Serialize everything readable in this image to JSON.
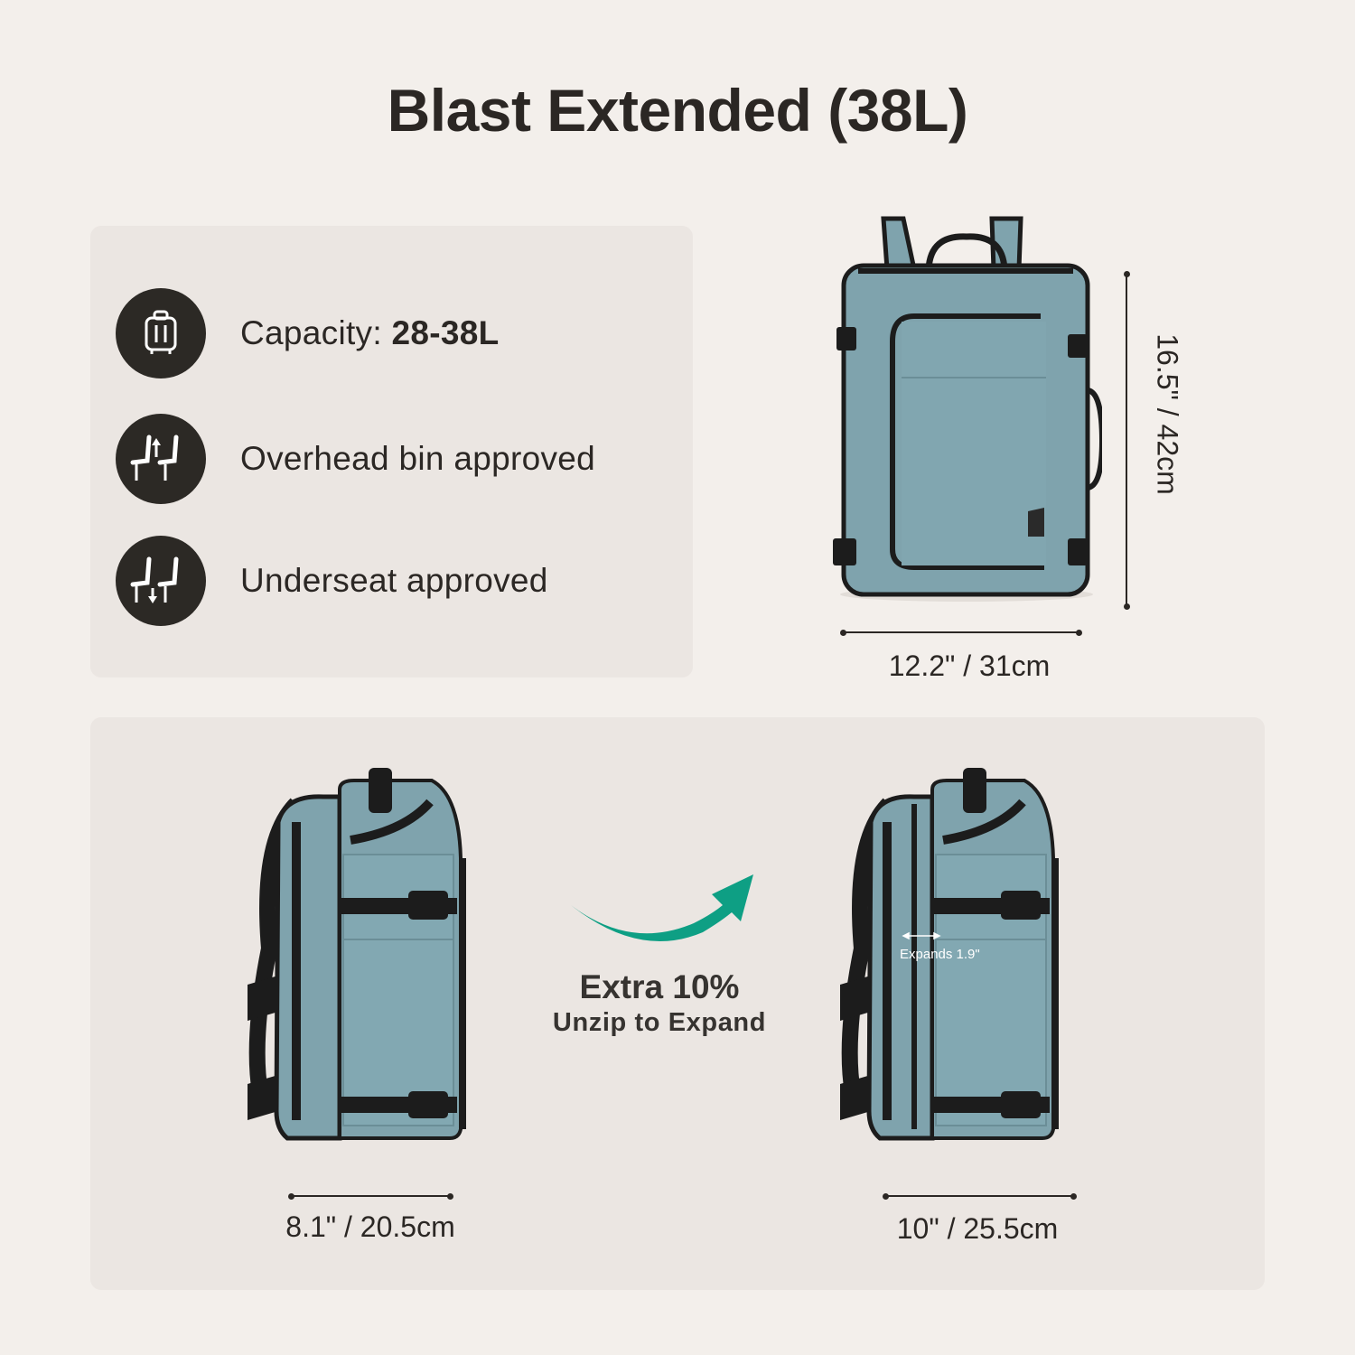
{
  "title": "Blast Extended (38L)",
  "features": [
    {
      "icon": "luggage-icon",
      "label": "Capacity: ",
      "value": "28-38L"
    },
    {
      "icon": "overhead-bin-seats-icon",
      "label": "Overhead bin approved"
    },
    {
      "icon": "underseat-seats-icon",
      "label": "Underseat approved"
    }
  ],
  "front_view": {
    "height_label": "16.5\" / 42cm",
    "width_label": "12.2\" / 31cm"
  },
  "side_view_standard": {
    "depth_label": "8.1\" / 20.5cm"
  },
  "side_view_expanded": {
    "depth_label": "10\" / 25.5cm",
    "expand_annotation": "Expands 1.9\""
  },
  "expansion": {
    "headline": "Extra 10%",
    "subline": "Unzip to Expand",
    "arrow_color": "#0e9f84"
  },
  "colors": {
    "background": "#f3efeb",
    "panel": "#ebe6e2",
    "text": "#2b2724",
    "bag_body": "#7fa3ad",
    "bag_trim": "#1c1c1c"
  }
}
